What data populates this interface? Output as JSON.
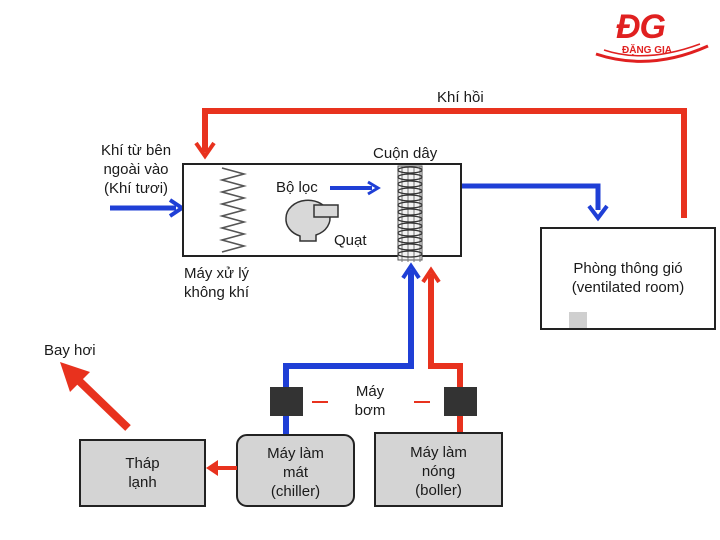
{
  "logo": {
    "mark": "ĐG",
    "brand": "ĐẶNG GIA",
    "color": "#e02020"
  },
  "labels": {
    "return_air": "Khí hồi",
    "outside_air_1": "Khí từ bên",
    "outside_air_2": "ngoài vào",
    "outside_air_3": "(Khí tươi)",
    "coil": "Cuộn dây",
    "filter": "Bộ lọc",
    "fan": "Quạt",
    "ahu_1": "Máy xử lý",
    "ahu_2": "không khí",
    "room_1": "Phòng thông gió",
    "room_2": "(ventilated room)",
    "evaporation": "Bay hơi",
    "pump_1": "Máy",
    "pump_2": "bơm",
    "tower_1": "Tháp",
    "tower_2": "lạnh",
    "chiller_1": "Máy làm",
    "chiller_2": "mát",
    "chiller_3": "(chiller)",
    "boiler_1": "Máy làm",
    "boiler_2": "nóng",
    "boiler_3": "(boller)"
  },
  "colors": {
    "hot": "#e8321e",
    "cold": "#1f3fd6",
    "unit_fill": "#d4d4d4",
    "pump": "#333333"
  },
  "icons": [
    "fan-icon",
    "filter-zigzag-icon",
    "coil-icon",
    "pump-icon"
  ]
}
